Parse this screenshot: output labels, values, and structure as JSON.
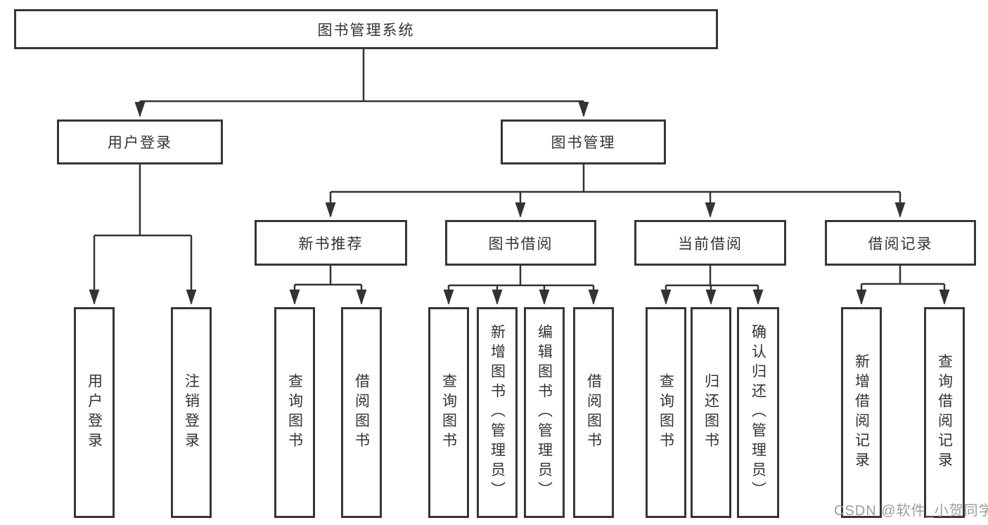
{
  "nodes": {
    "root": "图书管理系统",
    "user_login": "用户登录",
    "book_mgmt": "图书管理",
    "new_book_rec": "新书推荐",
    "book_borrow": "图书借阅",
    "current_borrow": "当前借阅",
    "borrow_record": "借阅记录",
    "leaf_user_login": "用户登录",
    "leaf_logout": "注销登录",
    "leaf_query_book_nb": "查询图书",
    "leaf_borrow_book_nb": "借阅图书",
    "leaf_query_book_bb": "查询图书",
    "leaf_add_book": "新增图书（管理员）",
    "leaf_edit_book": "编辑图书（管理员）",
    "leaf_borrow_book_bb": "借阅图书",
    "leaf_query_book_cb": "查询图书",
    "leaf_return_book": "归还图书",
    "leaf_confirm_return": "确认归还（管理员）",
    "leaf_add_record": "新增借阅记录",
    "leaf_query_record": "查询借阅记录"
  },
  "watermark": "CSDN @软件_小贺同学",
  "colors": {
    "line": "#333333",
    "box_border": "#363636",
    "text": "#333333",
    "watermark": "#9c9c9c",
    "background": "#ffffff"
  }
}
